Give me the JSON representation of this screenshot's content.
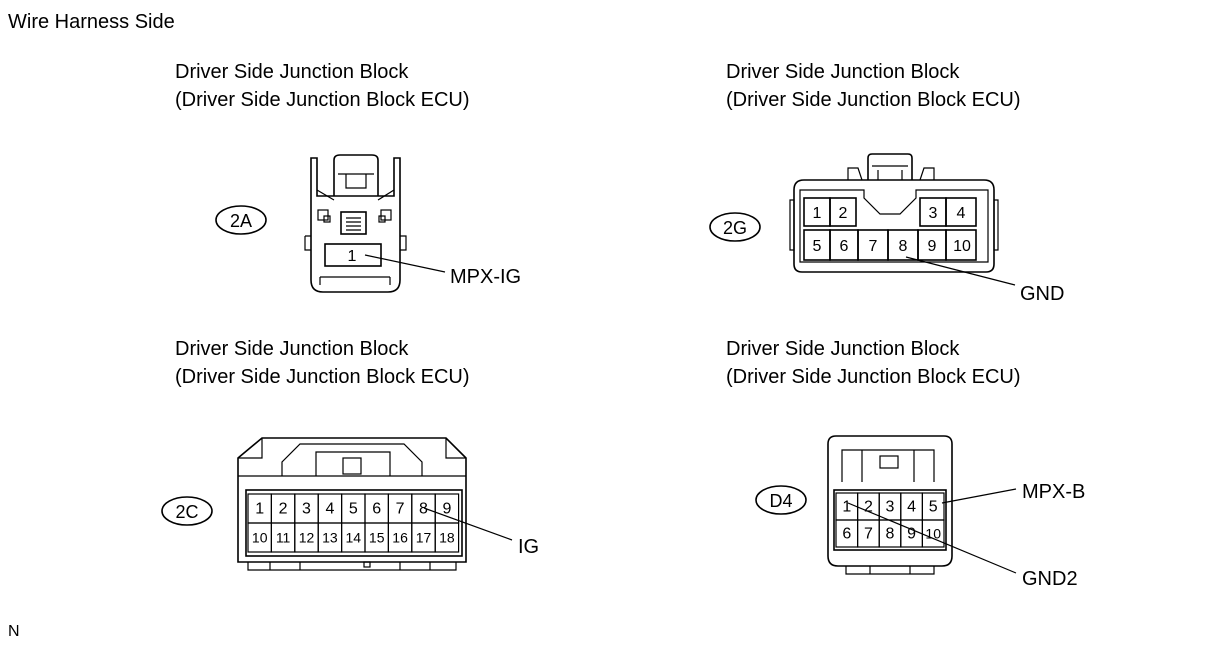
{
  "title": "Wire Harness Side",
  "footer": "N",
  "connectors": {
    "c2a": {
      "line1": "Driver Side Junction Block",
      "line2": "(Driver Side Junction Block ECU)",
      "code": "2A",
      "pins": [
        "1"
      ],
      "signal": "MPX-IG"
    },
    "c2g": {
      "line1": "Driver Side Junction Block",
      "line2": "(Driver Side Junction Block ECU)",
      "code": "2G",
      "pins": [
        "1",
        "2",
        "3",
        "4",
        "5",
        "6",
        "7",
        "8",
        "9",
        "10"
      ],
      "signal": "GND"
    },
    "c2c": {
      "line1": "Driver Side Junction Block",
      "line2": "(Driver Side Junction Block ECU)",
      "code": "2C",
      "pins": [
        "1",
        "2",
        "3",
        "4",
        "5",
        "6",
        "7",
        "8",
        "9",
        "10",
        "11",
        "12",
        "13",
        "14",
        "15",
        "16",
        "17",
        "18"
      ],
      "signal": "IG"
    },
    "cd4": {
      "line1": "Driver Side Junction Block",
      "line2": "(Driver Side Junction Block ECU)",
      "code": "D4",
      "pins": [
        "1",
        "2",
        "3",
        "4",
        "5",
        "6",
        "7",
        "8",
        "9",
        "10"
      ],
      "signal_a": "MPX-B",
      "signal_b": "GND2"
    }
  }
}
